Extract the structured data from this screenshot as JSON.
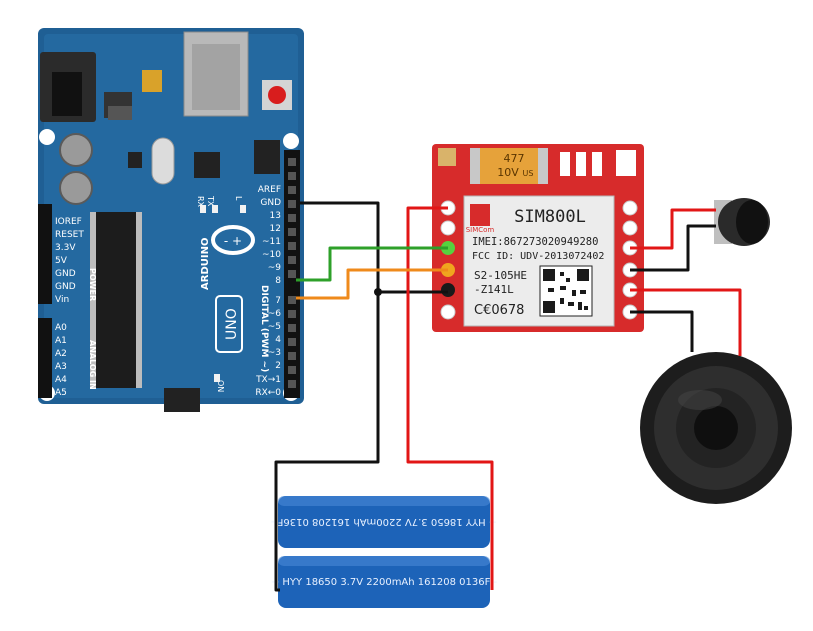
{
  "colors": {
    "arduino_board": "#1f5f94",
    "sim_board": "#d72b2b",
    "wire_black": "#111111",
    "wire_red": "#e21616",
    "wire_green": "#2ea02a",
    "wire_orange": "#ef8a1b",
    "battery": "#1d63b8"
  },
  "arduino": {
    "aref": "AREF",
    "gnd": "GND",
    "d13": "13",
    "d12": "12",
    "d11": "~11",
    "d10": "~10",
    "d9": "~9",
    "d8": "8",
    "d7": "7",
    "d6": "~6",
    "d5": "~5",
    "d4": "4",
    "d3": "~3",
    "d2": "2",
    "tx1": "TX→1",
    "rx0": "RX←0",
    "digital_label": "DIGITAL (PWM ~)",
    "ioref": "IOREF",
    "reset": "RESET",
    "v33": "3.3V",
    "v5": "5V",
    "gnd1": "GND",
    "gnd2": "GND",
    "vin": "Vin",
    "power_label": "POWER",
    "a0": "A0",
    "a1": "A1",
    "a2": "A2",
    "a3": "A3",
    "a4": "A4",
    "a5": "A5",
    "analog_label": "ANALOG IN",
    "brand": "ARDUINO",
    "model": "UNO",
    "tx": "TX",
    "rx": "RX",
    "l": "L",
    "on": "ON",
    "logo": "-  +"
  },
  "sim800l": {
    "model": "SIM800L",
    "imei": "IMEI:867273020949280",
    "fcc": "FCC ID: UDV-2013072402",
    "part1": "S2-105HE",
    "part2": "-Z141L",
    "ce": "C€0678",
    "brand": "SIMCom",
    "cap1": "477",
    "cap2": "10V",
    "cap3": "US"
  },
  "battery": {
    "cell1": "+ HYY 18650 3.7V 2200mAh 161208 0136F -",
    "cell2": "+ HYY 18650 3.7V 2200mAh 161208 0136F -"
  }
}
